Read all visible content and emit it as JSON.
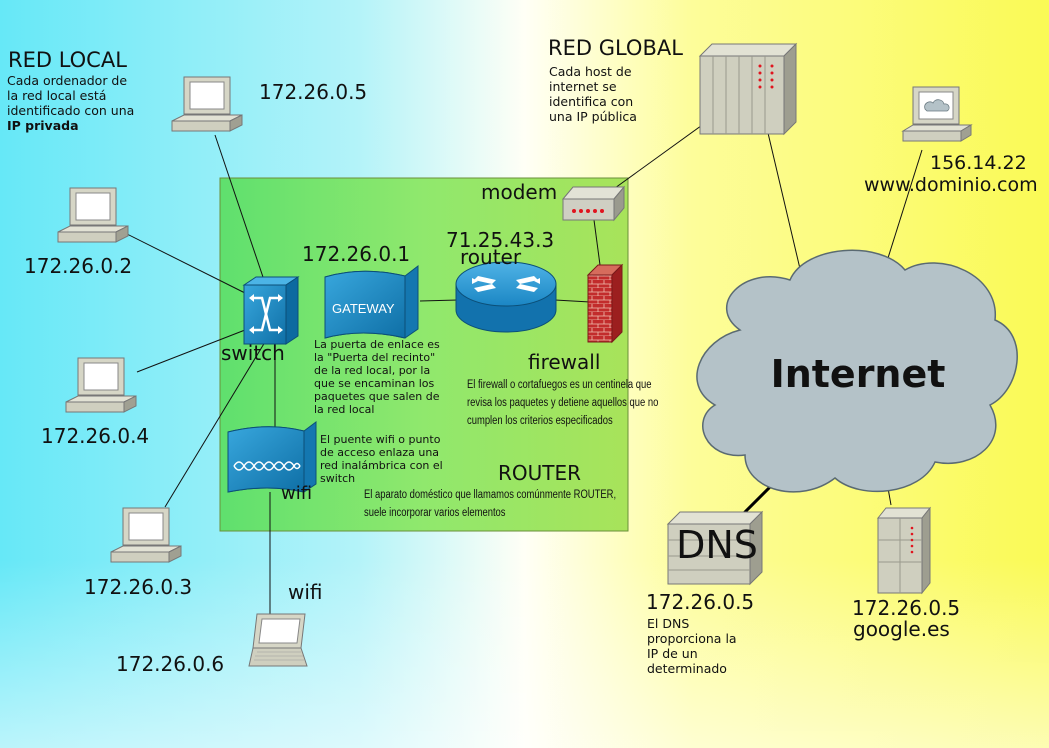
{
  "local": {
    "title": "RED LOCAL",
    "desc": [
      "Cada ordenador de",
      "la red local está",
      "identificado con una"
    ],
    "desc_bold": "IP privada",
    "pcs": [
      "172.26.0.5",
      "172.26.0.2",
      "172.26.0.4",
      "172.26.0.3"
    ],
    "laptop_label": "wifi",
    "laptop_ip": "172.26.0.6"
  },
  "router_box": {
    "switch_label": "switch",
    "gateway_ip": "172.26.0.1",
    "gateway_text": "GATEWAY",
    "gateway_desc": [
      "La puerta de enlace es",
      "la \"Puerta del recinto\"",
      "de la red local, por la",
      "que se encaminan los",
      "paquetes que salen de",
      "la red local"
    ],
    "modem_label": "modem",
    "router_ip": "71.25.43.3",
    "router_label": "router",
    "firewall_label": "firewall",
    "firewall_desc": [
      "El firewall o cortafuegos es un centinela que",
      "revisa los paquetes y detiene aquellos que no",
      "cumplen los criterios especificados"
    ],
    "wifi_desc": [
      "El puente wifi o punto",
      "de acceso enlaza una",
      "red inalámbrica con el",
      "switch"
    ],
    "wifi_label": "wifi",
    "router_title": "ROUTER",
    "router_desc": [
      "El aparato doméstico que llamamos comúnmente ROUTER,",
      "suele incorporar varios elementos"
    ]
  },
  "global": {
    "title": "RED GLOBAL",
    "desc": [
      "Cada host de",
      "internet se",
      "identifica con",
      "una IP pública"
    ],
    "internet_label": "Internet",
    "web_ip": "156.14.22",
    "web_domain": "www.dominio.com",
    "dns_label": "DNS",
    "dns_ip": "172.26.0.5",
    "dns_desc": [
      "El DNS",
      "proporciona la",
      "IP de un",
      "determinado"
    ],
    "google_ip": "172.26.0.5",
    "google_domain": "google.es"
  },
  "colors": {
    "left_bg": "#6fe6f5",
    "right_bg": "#fbfb6a",
    "router_box": "#7ee36a",
    "cloud": "#b4c2c8",
    "device_blue": "#1a88c4",
    "firewall": "#c22c2c",
    "server": "#cfcfbf"
  }
}
